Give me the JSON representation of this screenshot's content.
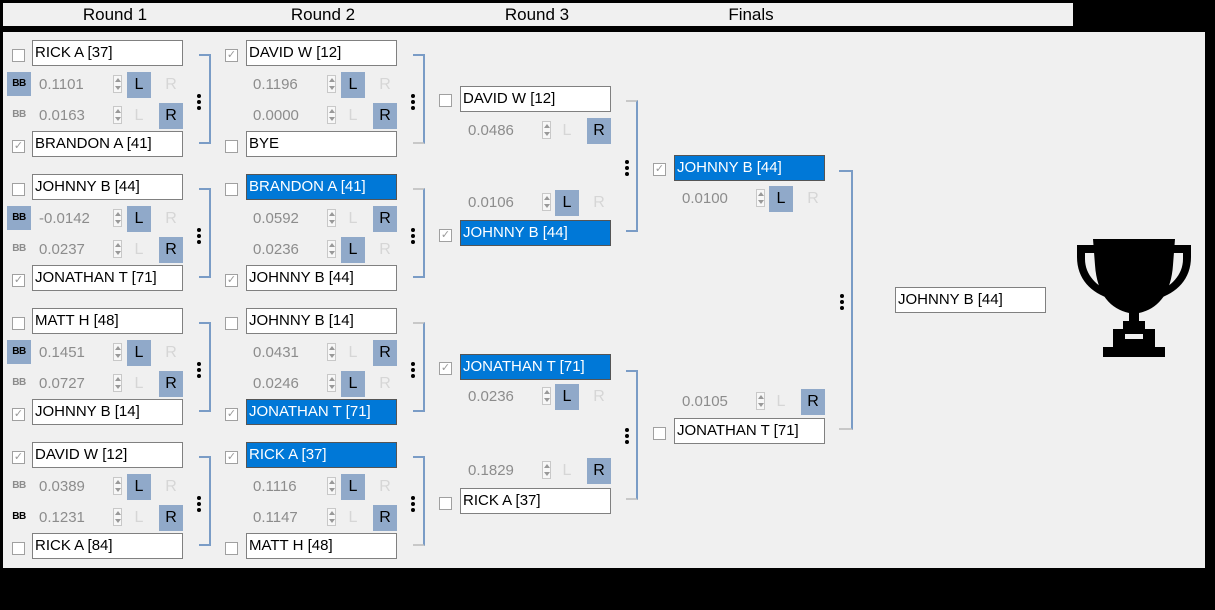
{
  "header": {
    "round1": "Round 1",
    "round2": "Round 2",
    "round3": "Round 3",
    "finals": "Finals"
  },
  "controls": {
    "bb": "BB",
    "left": "L",
    "right": "R",
    "check": "✓"
  },
  "round1": [
    {
      "top": "RICK A [37]",
      "top_score": "0.1101",
      "bottom_score": "0.0163",
      "bottom": "BRANDON A [41]"
    },
    {
      "top": "JOHNNY B [44]",
      "top_score": "-0.0142",
      "bottom_score": "0.0237",
      "bottom": "JONATHAN T [71]"
    },
    {
      "top": "MATT H [48]",
      "top_score": "0.1451",
      "bottom_score": "0.0727",
      "bottom": "JOHNNY B [14]"
    },
    {
      "top": "DAVID W [12]",
      "top_score": "0.0389",
      "bottom_score": "0.1231",
      "bottom": "RICK A [84]"
    }
  ],
  "round2": [
    {
      "top": "DAVID W [12]",
      "top_score": "0.1196",
      "bottom_score": "0.0000",
      "bottom": "BYE"
    },
    {
      "top": "BRANDON A [41]",
      "top_score": "0.0592",
      "bottom_score": "0.0236",
      "bottom": "JOHNNY B [44]"
    },
    {
      "top": "JOHNNY B [14]",
      "top_score": "0.0431",
      "bottom_score": "0.0246",
      "bottom": "JONATHAN T [71]"
    },
    {
      "top": "RICK A [37]",
      "top_score": "0.1116",
      "bottom_score": "0.1147",
      "bottom": "MATT H [48]"
    }
  ],
  "round3": [
    {
      "top": "DAVID W [12]",
      "top_score": "0.0486",
      "bottom_score": "0.0106",
      "bottom": "JOHNNY B [44]"
    },
    {
      "top": "JONATHAN T [71]",
      "top_score": "0.0236",
      "bottom_score": "0.1829",
      "bottom": "RICK A [37]"
    }
  ],
  "finals": {
    "top": "JOHNNY B [44]",
    "top_score": "0.0100",
    "bottom_score": "0.0105",
    "bottom": "JONATHAN T [71]"
  },
  "champion": "JOHNNY B [44]"
}
